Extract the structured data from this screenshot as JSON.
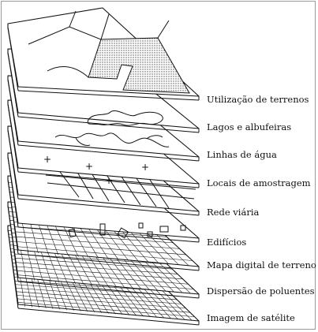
{
  "layers": [
    {
      "id": "land-use",
      "label": "Utilização de terrenos"
    },
    {
      "id": "lakes",
      "label": "Lagos e albufeiras"
    },
    {
      "id": "water-lines",
      "label": "Linhas de água"
    },
    {
      "id": "sampling",
      "label": "Locais de amostragem"
    },
    {
      "id": "roads",
      "label": "Rede viária"
    },
    {
      "id": "buildings",
      "label": "Edifícios"
    },
    {
      "id": "dtm",
      "label": "Mapa digital de terreno"
    },
    {
      "id": "pollutants",
      "label": "Dispersão de poluentes"
    },
    {
      "id": "satellite",
      "label": "Imagem de satélite"
    }
  ]
}
